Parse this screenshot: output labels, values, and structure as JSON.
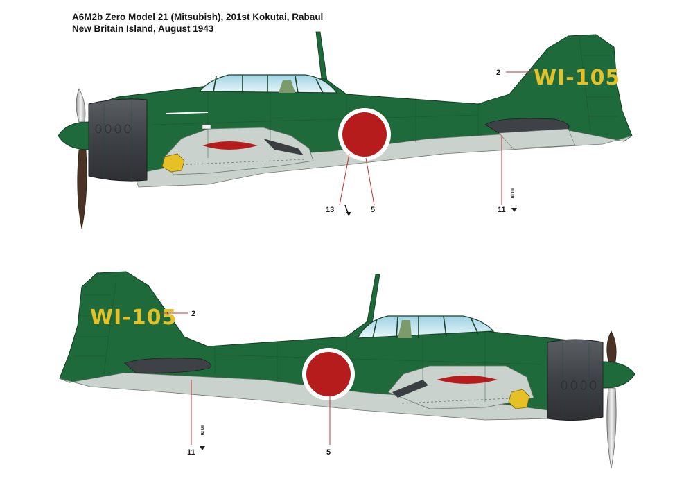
{
  "caption": {
    "line1": "A6M2b Zero Model 21 (Mitsubish), 201st Kokutai, Rabaul",
    "line2": "New Britain Island, August 1943"
  },
  "colors": {
    "upper_green": "#1e6a3a",
    "lower_grey": "#c9d2cc",
    "cowling": "#4a4d52",
    "hinomaru": "#b71c1c",
    "tail_code": "#e3c12a",
    "canopy_glass": "#cfe9f1"
  },
  "top_view": {
    "tail_code": "WI-105",
    "callouts": {
      "c2": "2",
      "c13": "13",
      "c5": "5",
      "c11": "11"
    },
    "stencil": "m m"
  },
  "bottom_view": {
    "tail_code": "WI-105",
    "callouts": {
      "c2": "2",
      "c5": "5",
      "c11": "11"
    },
    "stencil": "m m"
  }
}
